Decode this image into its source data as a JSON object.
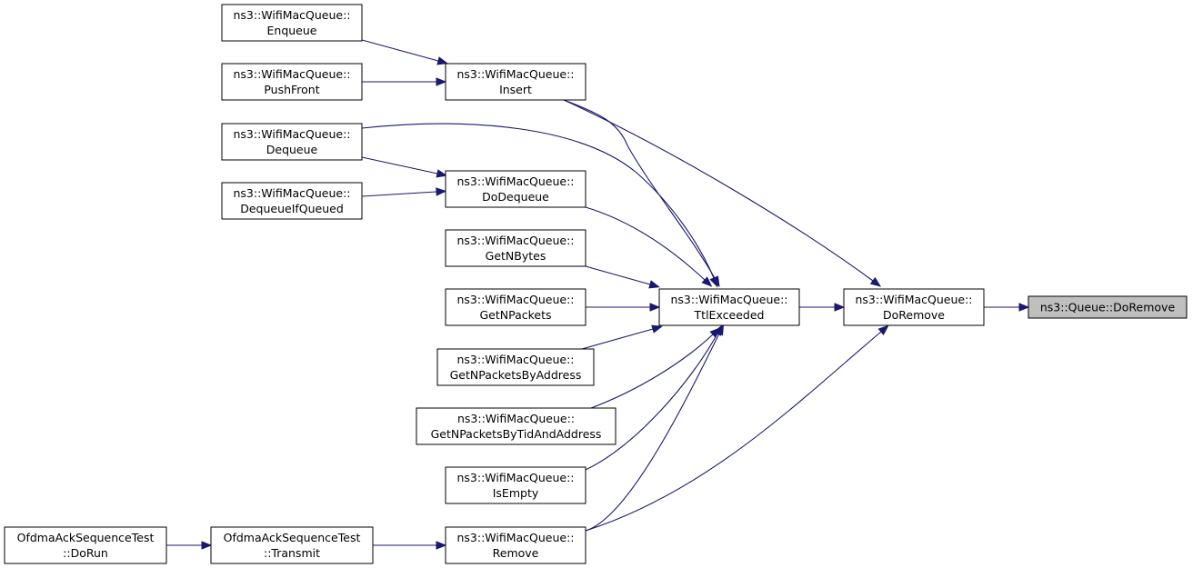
{
  "diagram": {
    "type": "call-graph",
    "colors": {
      "edge": "#191970",
      "node_border": "#000000",
      "node_fill": "#ffffff",
      "root_fill": "#bfbfbf"
    },
    "nodes": [
      {
        "id": "enqueue",
        "lines": [
          "ns3::WifiMacQueue::",
          "Enqueue"
        ]
      },
      {
        "id": "pushfront",
        "lines": [
          "ns3::WifiMacQueue::",
          "PushFront"
        ]
      },
      {
        "id": "dequeue",
        "lines": [
          "ns3::WifiMacQueue::",
          "Dequeue"
        ]
      },
      {
        "id": "dequeueifqueued",
        "lines": [
          "ns3::WifiMacQueue::",
          "DequeueIfQueued"
        ]
      },
      {
        "id": "insert",
        "lines": [
          "ns3::WifiMacQueue::",
          "Insert"
        ]
      },
      {
        "id": "dodequeue",
        "lines": [
          "ns3::WifiMacQueue::",
          "DoDequeue"
        ]
      },
      {
        "id": "getnbytes",
        "lines": [
          "ns3::WifiMacQueue::",
          "GetNBytes"
        ]
      },
      {
        "id": "getnpackets",
        "lines": [
          "ns3::WifiMacQueue::",
          "GetNPackets"
        ]
      },
      {
        "id": "getnpacketsbyaddress",
        "lines": [
          "ns3::WifiMacQueue::",
          "GetNPacketsByAddress"
        ]
      },
      {
        "id": "getnpacketsbytidandaddress",
        "lines": [
          "ns3::WifiMacQueue::",
          "GetNPacketsByTidAndAddress"
        ]
      },
      {
        "id": "isempty",
        "lines": [
          "ns3::WifiMacQueue::",
          "IsEmpty"
        ]
      },
      {
        "id": "remove",
        "lines": [
          "ns3::WifiMacQueue::",
          "Remove"
        ]
      },
      {
        "id": "ofdmarun",
        "lines": [
          "OfdmaAckSequenceTest",
          "::DoRun"
        ]
      },
      {
        "id": "ofdmatransmit",
        "lines": [
          "OfdmaAckSequenceTest",
          "::Transmit"
        ]
      },
      {
        "id": "ttlexceeded",
        "lines": [
          "ns3::WifiMacQueue::",
          "TtlExceeded"
        ]
      },
      {
        "id": "doremove",
        "lines": [
          "ns3::WifiMacQueue::",
          "DoRemove"
        ]
      },
      {
        "id": "queuedoremove",
        "lines": [
          "ns3::Queue::DoRemove"
        ],
        "root": true
      }
    ],
    "edges": [
      {
        "from": "enqueue",
        "to": "insert"
      },
      {
        "from": "pushfront",
        "to": "insert"
      },
      {
        "from": "dequeue",
        "to": "dodequeue"
      },
      {
        "from": "dequeueifqueued",
        "to": "dodequeue"
      },
      {
        "from": "dequeue",
        "to": "ttlexceeded"
      },
      {
        "from": "insert",
        "to": "ttlexceeded"
      },
      {
        "from": "insert",
        "to": "doremove"
      },
      {
        "from": "dodequeue",
        "to": "ttlexceeded"
      },
      {
        "from": "getnbytes",
        "to": "ttlexceeded"
      },
      {
        "from": "getnpackets",
        "to": "ttlexceeded"
      },
      {
        "from": "getnpacketsbyaddress",
        "to": "ttlexceeded"
      },
      {
        "from": "getnpacketsbytidandaddress",
        "to": "ttlexceeded"
      },
      {
        "from": "isempty",
        "to": "ttlexceeded"
      },
      {
        "from": "remove",
        "to": "ttlexceeded"
      },
      {
        "from": "remove",
        "to": "doremove"
      },
      {
        "from": "ofdmatransmit",
        "to": "remove"
      },
      {
        "from": "ofdmarun",
        "to": "ofdmatransmit"
      },
      {
        "from": "ttlexceeded",
        "to": "doremove"
      },
      {
        "from": "doremove",
        "to": "queuedoremove"
      }
    ]
  }
}
